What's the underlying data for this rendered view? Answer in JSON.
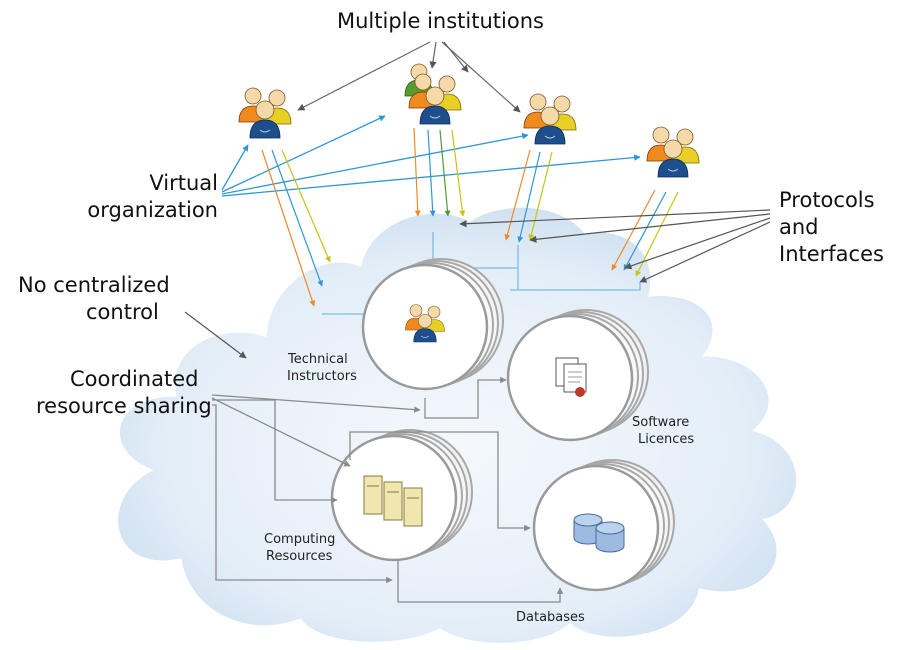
{
  "labels": {
    "multiple_institutions": "Multiple institutions",
    "virtual_organization_line1": "Virtual",
    "virtual_organization_line2": "organization",
    "protocols_line1": "Protocols",
    "protocols_line2": "and",
    "protocols_line3": "Interfaces",
    "no_central_line1": "No centralized",
    "no_central_line2": "control",
    "coordinated_line1": "Coordinated",
    "coordinated_line2": "resource sharing"
  },
  "resources": {
    "instructors_line1": "Technical",
    "instructors_line2": "Instructors",
    "licences_line1": "Software",
    "licences_line2": "Licences",
    "computing_line1": "Computing",
    "computing_line2": "Resources",
    "databases": "Databases"
  },
  "colors": {
    "cloud_fill": "#dce9f6",
    "cloud_edge": "#ffffff",
    "arrow_orange": "#ef8a2c",
    "arrow_blue": "#2f97d6",
    "arrow_yellow": "#c8c416",
    "arrow_green": "#4e9a3a",
    "connector_gray": "#8a8a8a",
    "person_orange": "#f08a1e",
    "person_yellow": "#e8cf26",
    "person_blue": "#1f4e8c",
    "person_green": "#5b9b2c"
  }
}
